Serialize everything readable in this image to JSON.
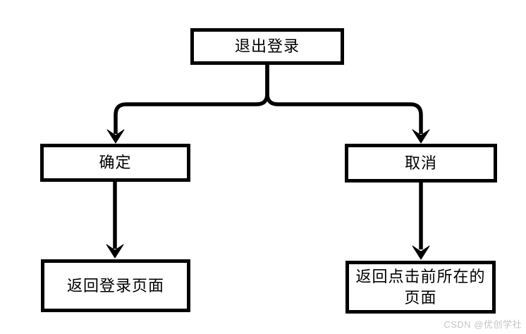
{
  "diagram": {
    "type": "flowchart",
    "background": "#ffffff",
    "line_color": "#000000",
    "node_border_color": "#000000",
    "node_fill_color": "#ffffff",
    "nodes": [
      {
        "id": "logout",
        "label": "退出登录"
      },
      {
        "id": "confirm",
        "label": "确定"
      },
      {
        "id": "cancel",
        "label": "取消"
      },
      {
        "id": "return-login-page",
        "label": "返回登录页面"
      },
      {
        "id": "return-previous-page",
        "label": "返回点击前所在的页面"
      }
    ],
    "edges": [
      {
        "from": "logout",
        "to": "confirm"
      },
      {
        "from": "logout",
        "to": "cancel"
      },
      {
        "from": "confirm",
        "to": "return-login-page"
      },
      {
        "from": "cancel",
        "to": "return-previous-page"
      }
    ]
  },
  "watermark": {
    "text": "CSDN @优创学社",
    "color": "#c4c4c4"
  }
}
